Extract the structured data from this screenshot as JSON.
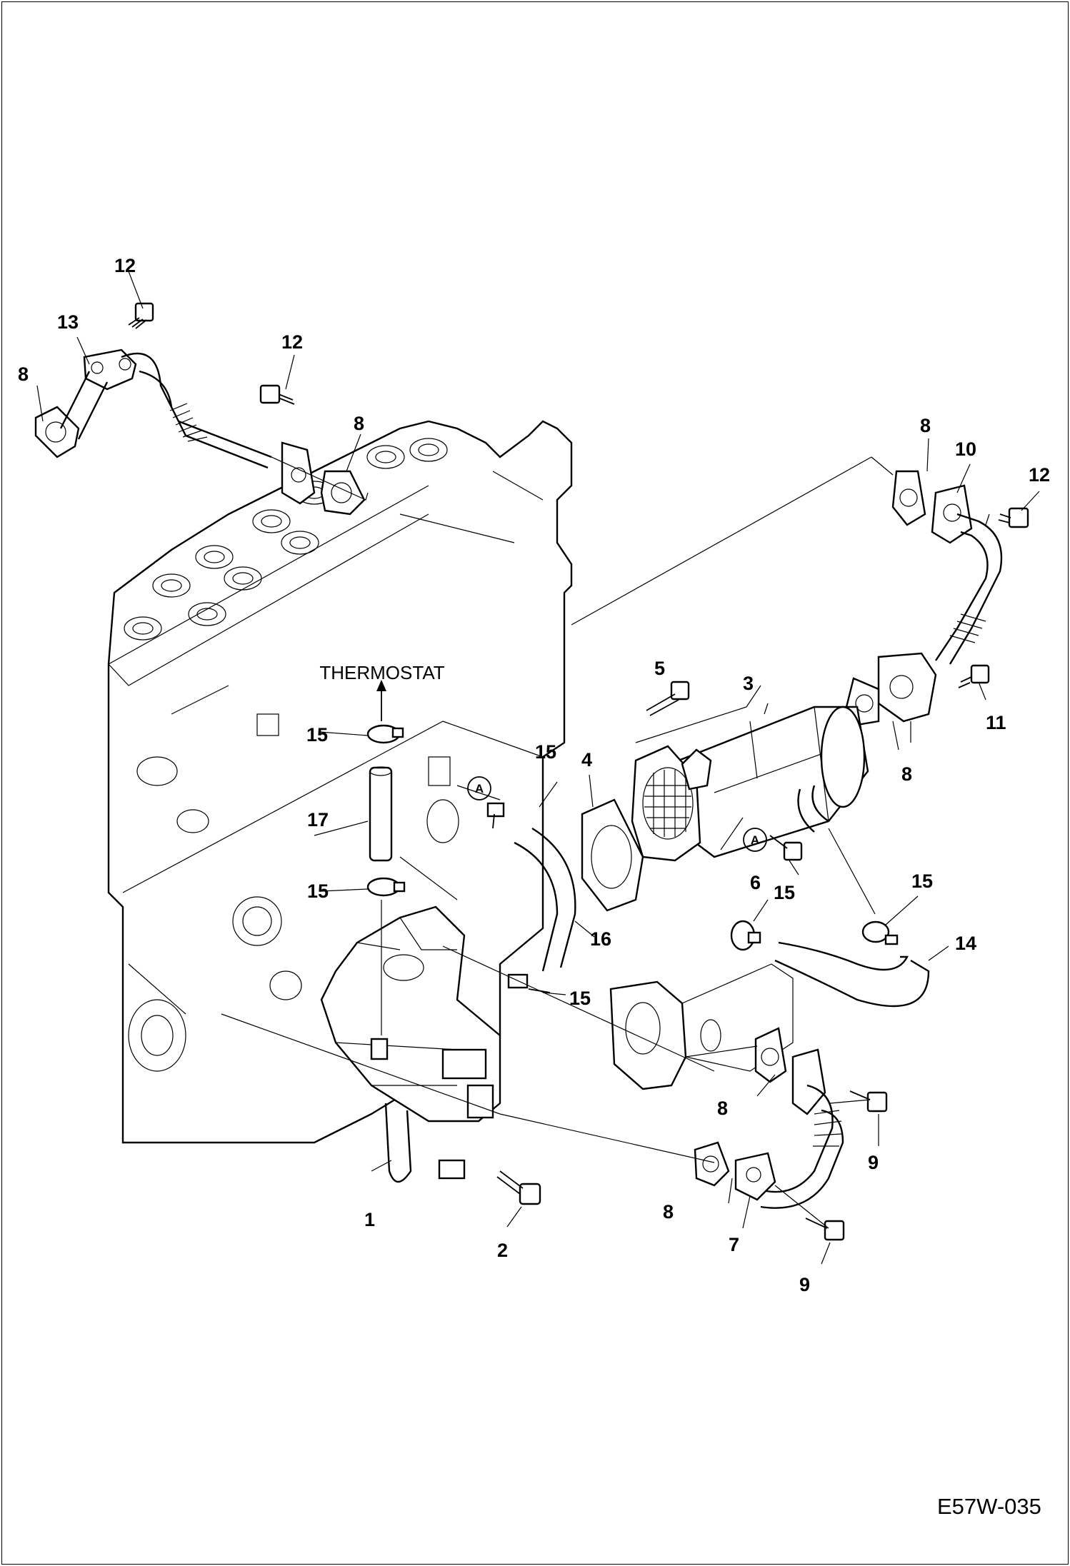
{
  "diagram": {
    "thermostat_label": "THERMOSTAT",
    "drawing_code": "E57W-035",
    "reference_mark": "A",
    "callouts": [
      "1",
      "2",
      "3",
      "4",
      "5",
      "6",
      "7",
      "8",
      "9",
      "10",
      "11",
      "12",
      "13",
      "14",
      "15",
      "16",
      "17"
    ]
  }
}
